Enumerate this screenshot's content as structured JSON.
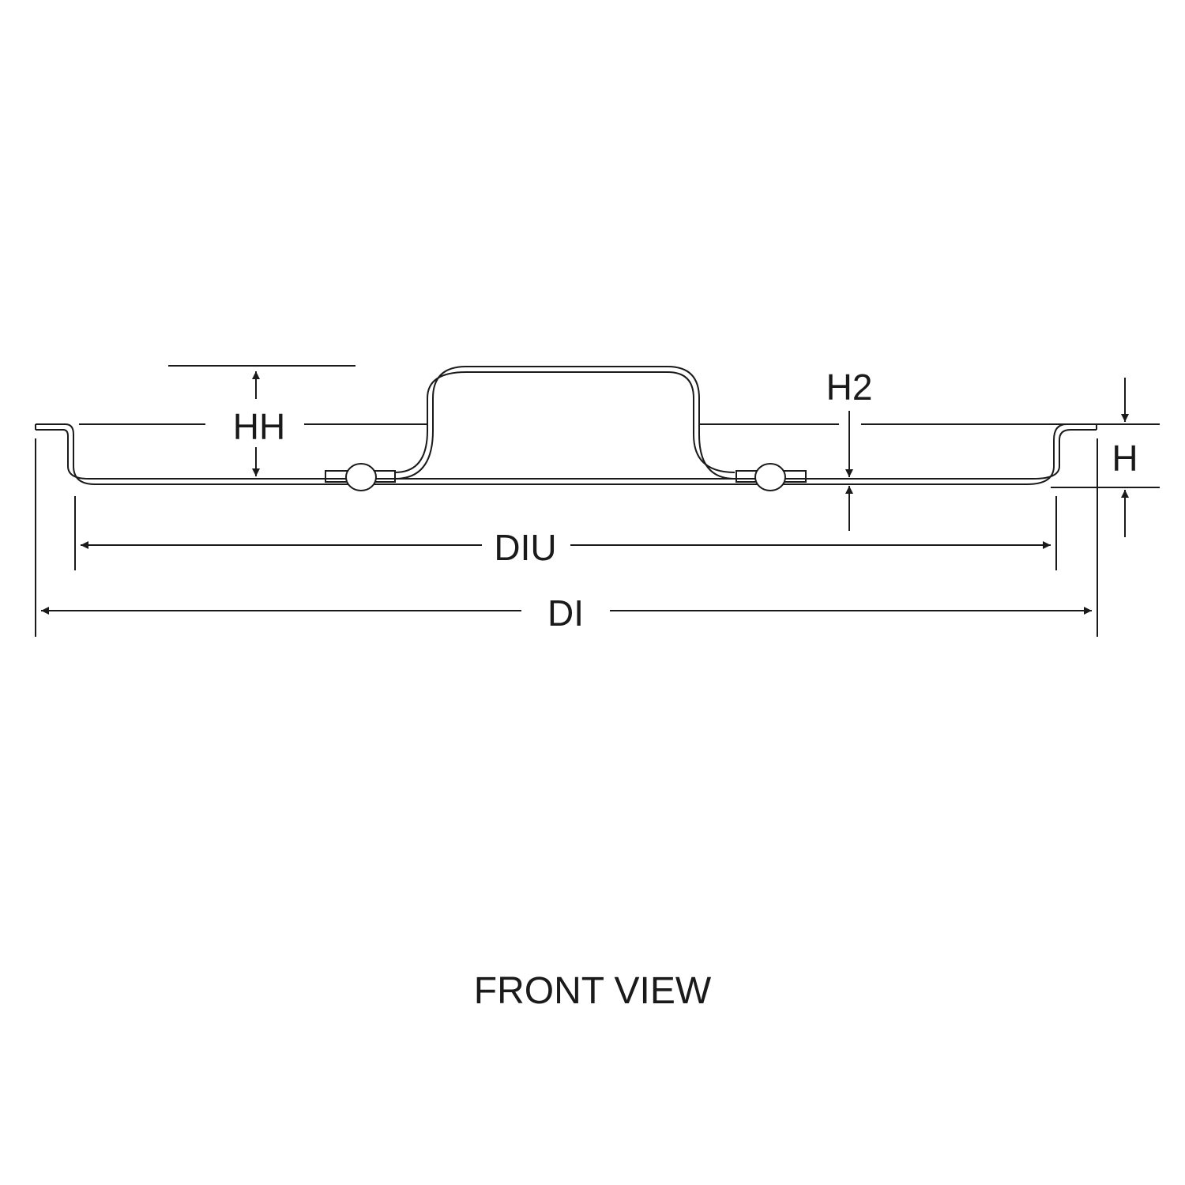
{
  "diagram": {
    "caption": "FRONT VIEW",
    "dimensions": {
      "hh": "HH",
      "h2": "H2",
      "h": "H",
      "diu": "DIU",
      "di": "DI"
    },
    "line_color": "#1a1a1a"
  }
}
